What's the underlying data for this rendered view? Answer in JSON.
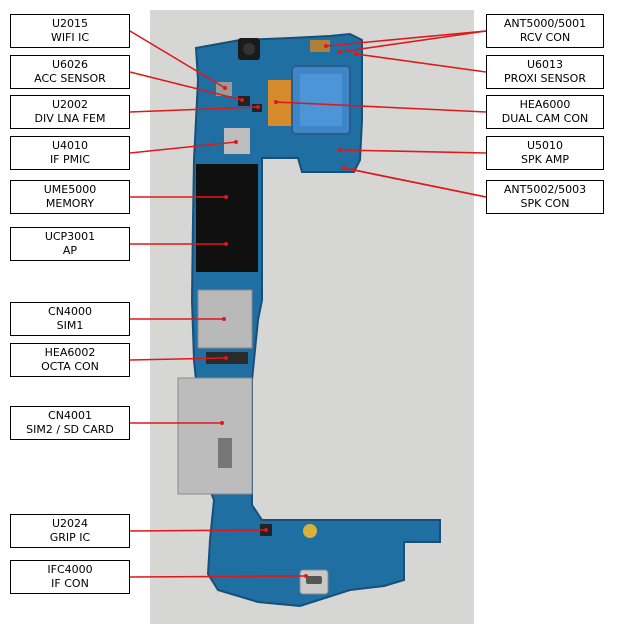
{
  "colors": {
    "board": "#1f6fa3",
    "board_dark": "#164f78",
    "background": "#d6d6d4",
    "arrow": "#e01818",
    "label_border": "#000000"
  },
  "labels": [
    {
      "id": "u2015",
      "line1": "U2015",
      "line2": "WIFI IC"
    },
    {
      "id": "u6026",
      "line1": "U6026",
      "line2": "ACC SENSOR"
    },
    {
      "id": "u2002",
      "line1": "U2002",
      "line2": "DIV LNA FEM"
    },
    {
      "id": "u4010",
      "line1": "U4010",
      "line2": "IF PMIC"
    },
    {
      "id": "ume5000",
      "line1": "UME5000",
      "line2": "MEMORY"
    },
    {
      "id": "ucp3001",
      "line1": "UCP3001",
      "line2": "AP"
    },
    {
      "id": "cn4000",
      "line1": "CN4000",
      "line2": "SIM1"
    },
    {
      "id": "hea6002",
      "line1": "HEA6002",
      "line2": "OCTA CON"
    },
    {
      "id": "cn4001",
      "line1": "CN4001",
      "line2": "SIM2 / SD CARD"
    },
    {
      "id": "u2024",
      "line1": "U2024",
      "line2": "GRIP IC"
    },
    {
      "id": "ifc4000",
      "line1": "IFC4000",
      "line2": "IF CON"
    },
    {
      "id": "ant5000",
      "line1": "ANT5000/5001",
      "line2": "RCV CON"
    },
    {
      "id": "u6013",
      "line1": "U6013",
      "line2": "PROXI SENSOR"
    },
    {
      "id": "hea6000",
      "line1": "HEA6000",
      "line2": "DUAL CAM CON"
    },
    {
      "id": "u5010",
      "line1": "U5010",
      "line2": "SPK AMP"
    },
    {
      "id": "ant5002",
      "line1": "ANT5002/5003",
      "line2": "SPK CON"
    }
  ]
}
